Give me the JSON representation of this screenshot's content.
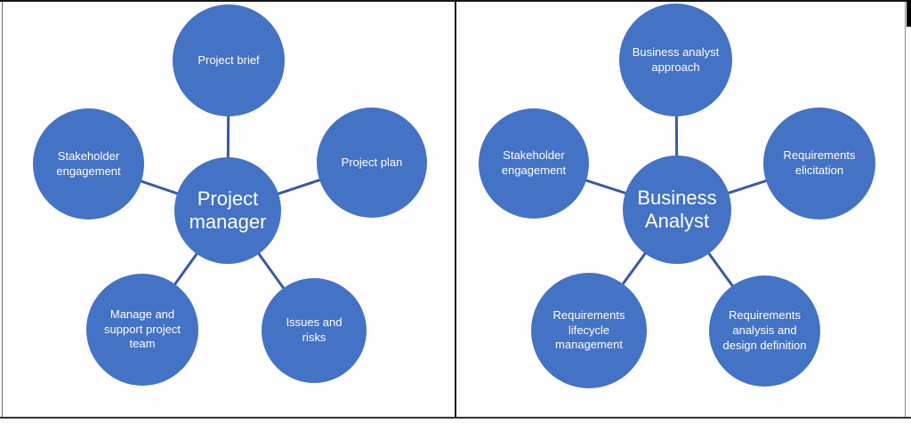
{
  "colors": {
    "node_fill": "#4472C4",
    "connector": "#3A5A9E",
    "node_text": "#FFFFFF",
    "frame_border": "#000000"
  },
  "diagrams": [
    {
      "id": "project-manager",
      "center": {
        "label": "Project manager"
      },
      "nodes": [
        {
          "position": "top",
          "label": "Project brief"
        },
        {
          "position": "right",
          "label": "Project plan"
        },
        {
          "position": "bottom-right",
          "label": "Issues and risks"
        },
        {
          "position": "bottom-left",
          "label": "Manage and support project team"
        },
        {
          "position": "left",
          "label": "Stakeholder engagement"
        }
      ]
    },
    {
      "id": "business-analyst",
      "center": {
        "label": "Business Analyst"
      },
      "nodes": [
        {
          "position": "top",
          "label": "Business analyst approach"
        },
        {
          "position": "right",
          "label": "Requirements elicitation"
        },
        {
          "position": "bottom-right",
          "label": "Requirements analysis and design definition"
        },
        {
          "position": "bottom-left",
          "label": "Requirements lifecycle management"
        },
        {
          "position": "left",
          "label": "Stakeholder engagement"
        }
      ]
    }
  ]
}
